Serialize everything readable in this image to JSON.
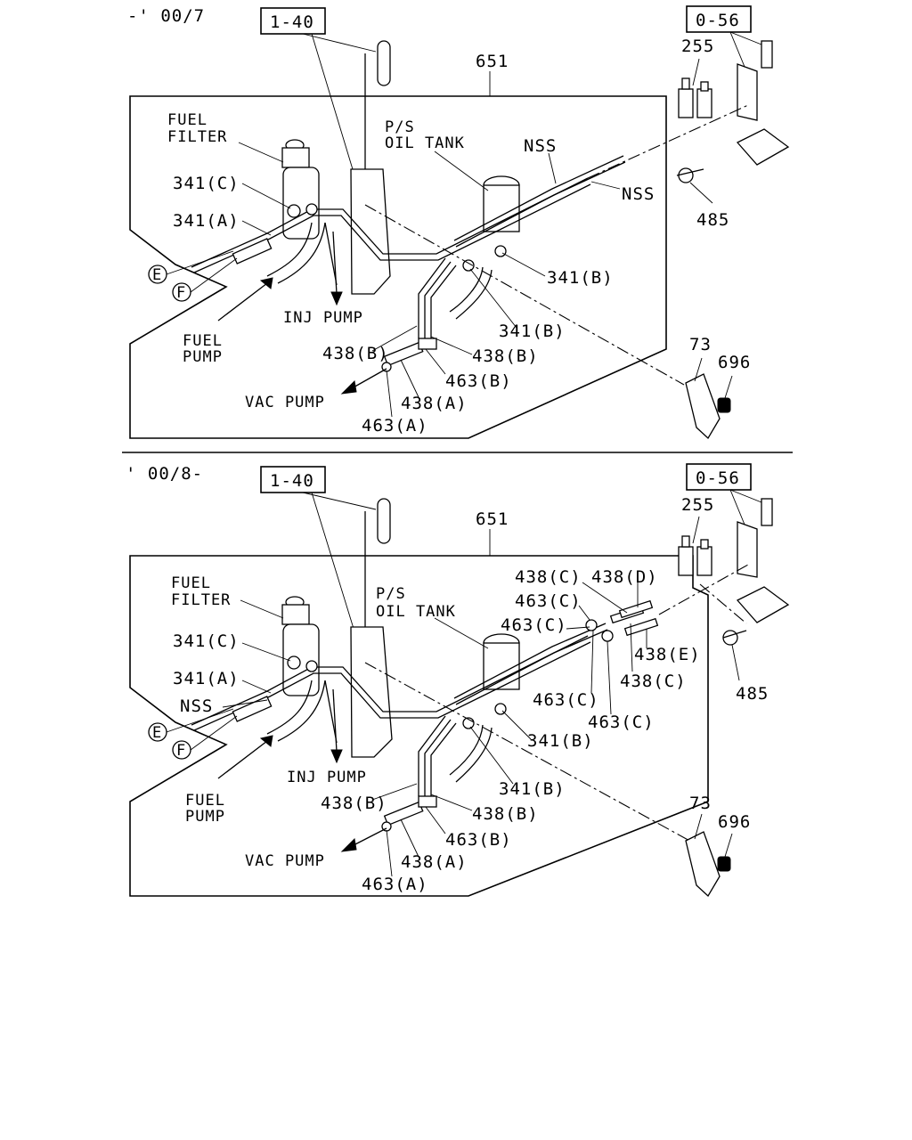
{
  "sections": [
    {
      "date_label": "-' 00/7",
      "ref_a": "1-40",
      "ref_b": "0-56",
      "labels": {
        "part_651": "651",
        "part_255": "255",
        "fuel_filter_1": "FUEL",
        "fuel_filter_2": "FILTER",
        "ps_oil_tank_1": "P/S",
        "ps_oil_tank_2": "OIL TANK",
        "nss_1": "NSS",
        "nss_2": "NSS",
        "part_341c": "341(C)",
        "part_341a": "341(A)",
        "part_485": "485",
        "circle_e": "E",
        "circle_f": "F",
        "inj_pump": "INJ PUMP",
        "part_341b_1": "341(B)",
        "fuel_pump_1": "FUEL",
        "fuel_pump_2": "PUMP",
        "part_341b_2": "341(B)",
        "part_438b_1": "438(B)",
        "part_438b_2": "438(B)",
        "part_73": "73",
        "part_696": "696",
        "part_463b": "463(B)",
        "vac_pump": "VAC PUMP",
        "part_438a": "438(A)",
        "part_463a": "463(A)"
      }
    },
    {
      "date_label": "' 00/8-",
      "ref_a": "1-40",
      "ref_b": "0-56",
      "labels": {
        "part_651": "651",
        "part_255": "255",
        "part_438c_1": "438(C)",
        "part_438d": "438(D)",
        "part_463c_1": "463(C)",
        "fuel_filter_1": "FUEL",
        "fuel_filter_2": "FILTER",
        "ps_oil_tank_1": "P/S",
        "ps_oil_tank_2": "OIL TANK",
        "part_463c_2": "463(C)",
        "part_341c": "341(C)",
        "part_438e": "438(E)",
        "part_438c_2": "438(C)",
        "part_485": "485",
        "part_341a": "341(A)",
        "nss": "NSS",
        "part_463c_3": "463(C)",
        "part_463c_4": "463(C)",
        "circle_e": "E",
        "part_341b_1": "341(B)",
        "circle_f": "F",
        "inj_pump": "INJ PUMP",
        "fuel_pump_1": "FUEL",
        "fuel_pump_2": "PUMP",
        "part_341b_2": "341(B)",
        "part_438b_1": "438(B)",
        "part_438b_2": "438(B)",
        "part_73": "73",
        "part_696": "696",
        "part_463b": "463(B)",
        "vac_pump": "VAC PUMP",
        "part_438a": "438(A)",
        "part_463a": "463(A)"
      }
    }
  ]
}
